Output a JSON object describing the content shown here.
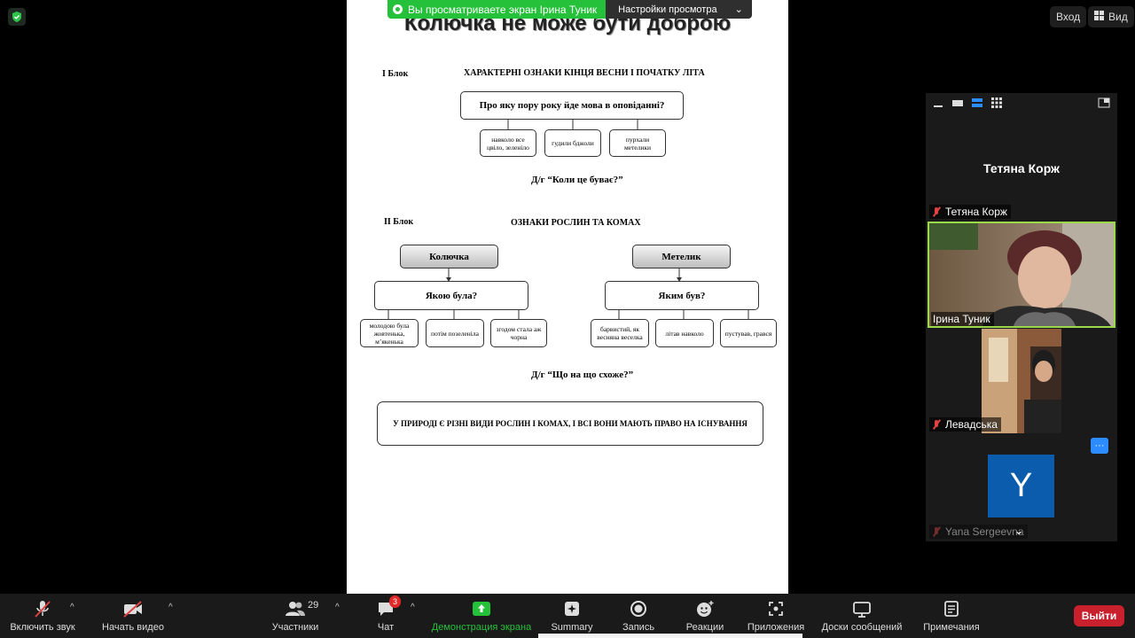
{
  "share_banner": {
    "viewing_text": "Вы просматриваете экран Ірина Туник",
    "view_options_label": "Настройки просмотра"
  },
  "top_right": {
    "signin_label": "Вход",
    "view_label": "Вид"
  },
  "document": {
    "title": "Колючка не може бути доброю",
    "block1_label": "I Блок",
    "block1_title": "ХАРАКТЕРНІ ОЗНАКИ КІНЦЯ ВЕСНИ І ПОЧАТКУ ЛІТА",
    "block1_question": "Про яку пору року йде мова в оповіданні?",
    "block1_answers": [
      "навколо все цвіло, зеленіло",
      "гудили бджоли",
      "пурхали метелики"
    ],
    "game1": "Д/г “Коли це буває?”",
    "block2_label": "II Блок",
    "block2_title": "ОЗНАКИ РОСЛИН ТА КОМАХ",
    "left_head": "Колючка",
    "left_question": "Якою була?",
    "left_answers": [
      "молодою була жовтенька, м’якенька",
      "потім позеленіла",
      "згодом стала аж чорна"
    ],
    "right_head": "Метелик",
    "right_question": "Яким був?",
    "right_answers": [
      "барвистий, як весняна веселка",
      "літав навколо",
      "пустував, грався"
    ],
    "game2": "Д/г “Що на що схоже?”",
    "conclusion": "У ПРИРОДІ Є РІЗНІ ВИДИ РОСЛИН І КОМАХ, І ВСІ ВОНИ МАЮТЬ ПРАВО НА ІСНУВАННЯ"
  },
  "participants": {
    "top_name_large": "Тетяна Корж",
    "tiles": [
      {
        "name": "Тетяна Корж"
      },
      {
        "name": "Ірина Туник"
      },
      {
        "name": "Левадська"
      },
      {
        "name": "Yana Sergeevna",
        "avatar_letter": "Y"
      }
    ]
  },
  "toolbar": {
    "audio_label": "Включить звук",
    "video_label": "Начать видео",
    "participants_label": "Участники",
    "participants_count": "29",
    "chat_label": "Чат",
    "chat_badge": "3",
    "share_label": "Демонстрация экрана",
    "summary_label": "Summary",
    "record_label": "Запись",
    "reactions_label": "Реакции",
    "apps_label": "Приложения",
    "whiteboards_label": "Доски сообщений",
    "notes_label": "Примечания",
    "leave_label": "Выйти"
  },
  "colors": {
    "share_green": "#26c13a",
    "leave_red": "#c8202c",
    "active_speaker_border": "#9bd84a",
    "avatar_blue": "#0b5cad"
  }
}
